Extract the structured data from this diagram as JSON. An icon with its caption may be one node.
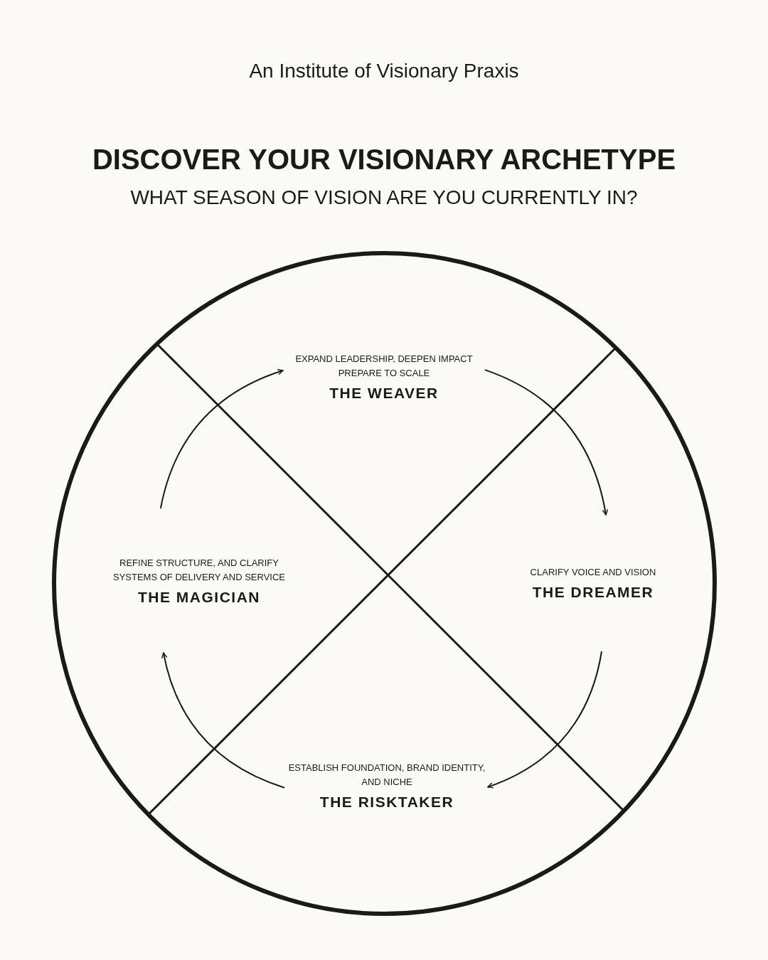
{
  "diagram": {
    "title": "DISCOVER YOUR VISIONARY ARCHETYPE",
    "nodes": [
      {
        "text": [],
        "shape": "circle"
      },
      {
        "text": [
          "EXPAND LEADERSHIP, DEEPEN IMPACT PREPARE TO SCALE",
          "THE WEAVER"
        ],
        "in": 0
      },
      {
        "text": [
          "REFINE STRUCTURE, AND CLARIFY SYSTEMS OF DELIVERY AND SERVICE",
          "THE MAGICIAN"
        ],
        "in": 0
      },
      {
        "text": [
          "CLARIFY VOICE AND VISION",
          "THE DREAMER"
        ],
        "in": 0
      },
      {
        "text": [
          "ESTABLISH FOUNDATION, BRAND IDENTITY, AND NICHE",
          "THE RISKTAKER"
        ],
        "in": 0
      }
    ],
    "edges": [
      {
        "from": 1,
        "to": 3,
        "arrow": "to"
      },
      {
        "from": 3,
        "to": 4,
        "arrow": "to"
      },
      {
        "from": 4,
        "to": 2,
        "arrow": "to"
      },
      {
        "from": 2,
        "to": 1,
        "arrow": "to"
      }
    ],
    "labels": [
      "An Institute of Visionary Praxis",
      "WHAT SEASON OF VISION ARE YOU CURRENTLY IN?"
    ]
  }
}
